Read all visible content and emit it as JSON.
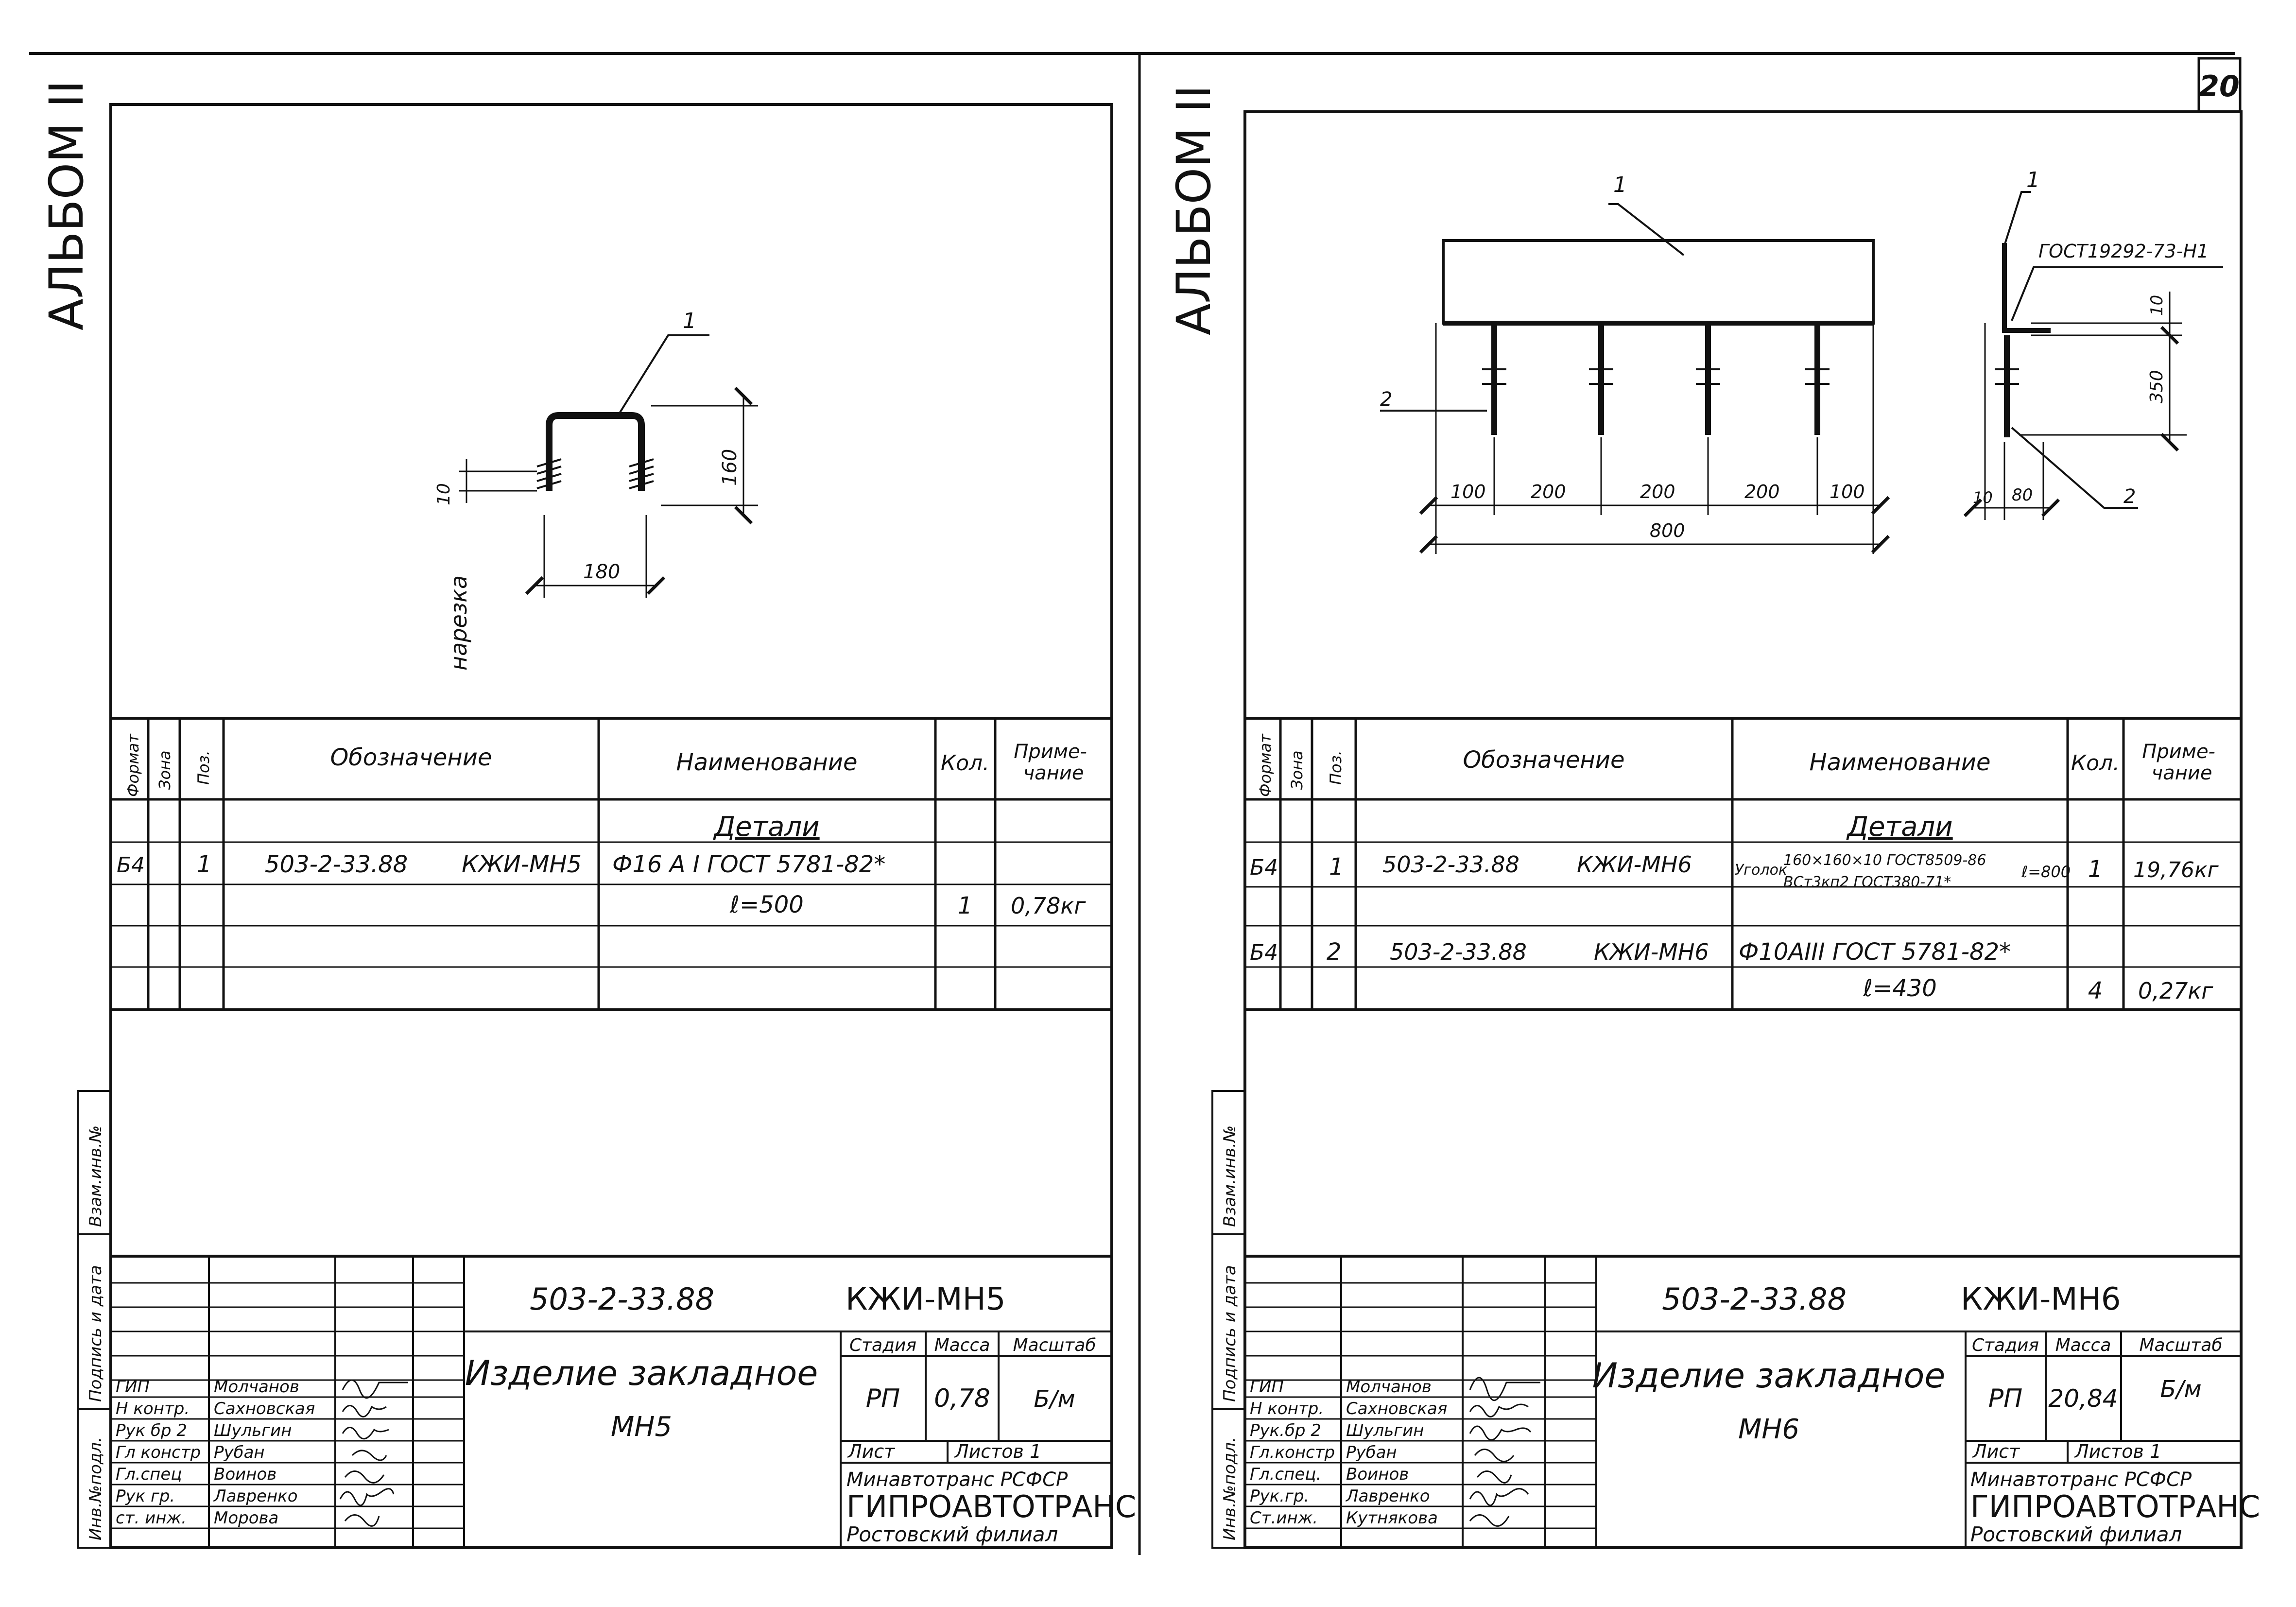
{
  "page_number": "20",
  "sheets": [
    {
      "album": "АЛЬБОМ II",
      "drawing": {
        "pos_label": "1",
        "thread_label": "нарезка",
        "dims": {
          "width": "180",
          "height": "160",
          "thread_len": "10"
        }
      },
      "spec": {
        "headers": {
          "format": "Формат",
          "zone": "Зона",
          "pos": "Поз.",
          "designation": "Обозначение",
          "name": "Наименование",
          "qty": "Кол.",
          "note": "Приме-\nчание"
        },
        "section": "Детали",
        "rows": [
          {
            "format": "Б4",
            "pos": "1",
            "designation": "503-2-33.88",
            "code": "КЖИ-МН5",
            "name": "Ф16 А I ГОСТ 5781-82*",
            "qty": "",
            "note": ""
          },
          {
            "format": "",
            "pos": "",
            "designation": "",
            "code": "",
            "name": "ℓ=500",
            "qty": "1",
            "note": "0,78кг"
          }
        ]
      },
      "side_labels": {
        "ref": "Взам.инв.№",
        "sign": "Подпись и дата",
        "inv": "Инв.№подл."
      },
      "title_block": {
        "doc_number": "503-2-33.88",
        "doc_code": "КЖИ-МН5",
        "title_line1": "Изделие закладное",
        "title_line2": "МН5",
        "stage_label": "Стадия",
        "mass_label": "Масса",
        "scale_label": "Масштаб",
        "stage": "РП",
        "mass": "0,78",
        "scale": "Б/м",
        "sheet_label": "Лист",
        "sheets_label": "Листов 1",
        "org1": "Минавтотранс РСФСР",
        "org2": "ГИПРОАВТОТРАНС",
        "org3": "Ростовский филиал",
        "people": [
          {
            "role": "ГИП",
            "name": "Молчанов"
          },
          {
            "role": "Н контр.",
            "name": "Сахновская"
          },
          {
            "role": "Рук бр 2",
            "name": "Шульгин"
          },
          {
            "role": "Гл констр",
            "name": "Рубан"
          },
          {
            "role": "Гл.спец",
            "name": "Воинов"
          },
          {
            "role": "Рук гр.",
            "name": "Лавренко"
          },
          {
            "role": "ст. инж.",
            "name": "Морова"
          }
        ]
      }
    },
    {
      "album": "АЛЬБОМ II",
      "drawing": {
        "pos1_label": "1",
        "pos2_label": "2",
        "gost_label": "ГОСТ19292-73-Н1",
        "dims_bottom": [
          "100",
          "200",
          "200",
          "200",
          "100"
        ],
        "dim_total": "800",
        "dim_side": {
          "top": "10",
          "height": "350",
          "left": "10",
          "width": "80"
        }
      },
      "spec": {
        "headers": {
          "format": "Формат",
          "zone": "Зона",
          "pos": "Поз.",
          "designation": "Обозначение",
          "name": "Наименование",
          "qty": "Кол.",
          "note": "Приме-\nчание"
        },
        "section": "Детали",
        "rows": [
          {
            "format": "Б4",
            "pos": "1",
            "designation": "503-2-33.88",
            "code": "КЖИ-МН6",
            "name_a": "Уголок",
            "name_b": "160×160×10 ГОСТ8509-86",
            "name_c": "ВСт3кп2 ГОСТ380-71*",
            "name_d": "ℓ=800",
            "qty": "1",
            "note": "19,76кг"
          },
          {
            "format": "Б4",
            "pos": "2",
            "designation": "503-2-33.88",
            "code": "КЖИ-МН6",
            "name": "Ф10АIII ГОСТ 5781-82*",
            "qty": "",
            "note": ""
          },
          {
            "format": "",
            "pos": "",
            "designation": "",
            "code": "",
            "name": "ℓ=430",
            "qty": "4",
            "note": "0,27кг"
          }
        ]
      },
      "side_labels": {
        "ref": "Взам.инв.№",
        "sign": "Подпись и дата",
        "inv": "Инв.№подл."
      },
      "title_block": {
        "doc_number": "503-2-33.88",
        "doc_code": "КЖИ-МН6",
        "title_line1": "Изделие закладное",
        "title_line2": "МН6",
        "stage_label": "Стадия",
        "mass_label": "Масса",
        "scale_label": "Масштаб",
        "stage": "РП",
        "mass": "20,84",
        "scale": "Б/м",
        "sheet_label": "Лист",
        "sheets_label": "Листов 1",
        "org1": "Минавтотранс РСФСР",
        "org2": "ГИПРОАВТОТРАНС",
        "org3": "Ростовский филиал",
        "people": [
          {
            "role": "ГИП",
            "name": "Молчанов"
          },
          {
            "role": "Н контр.",
            "name": "Сахновская"
          },
          {
            "role": "Рук.бр 2",
            "name": "Шульгин"
          },
          {
            "role": "Гл.констр",
            "name": "Рубан"
          },
          {
            "role": "Гл.спец.",
            "name": "Воинов"
          },
          {
            "role": "Рук.гр.",
            "name": "Лавренко"
          },
          {
            "role": "Ст.инж.",
            "name": "Кутнякова"
          }
        ]
      }
    }
  ]
}
